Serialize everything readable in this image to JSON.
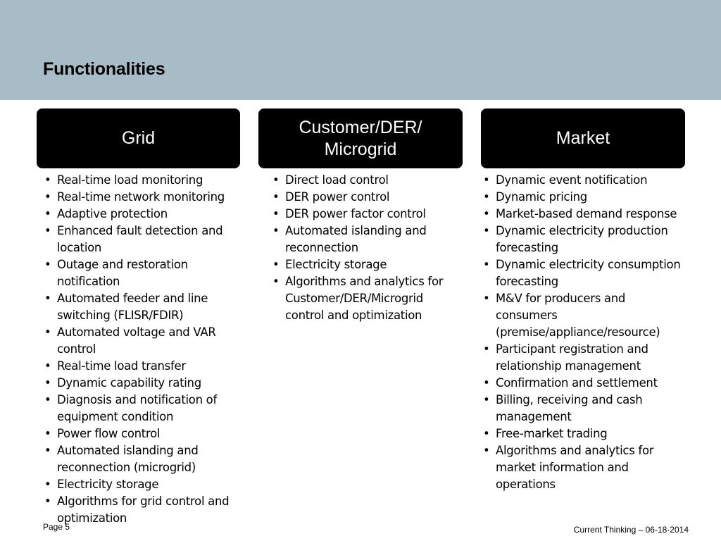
{
  "slide": {
    "title": "Functionalities"
  },
  "columns": [
    {
      "header_lines": [
        "Grid"
      ],
      "items": [
        "Real-time load monitoring",
        "Real-time network monitoring",
        "Adaptive protection",
        "Enhanced fault detection and location",
        "Outage and restoration notification",
        "Automated feeder and line switching (FLISR/FDIR)",
        "Automated voltage and VAR control",
        "Real-time load transfer",
        "Dynamic capability rating",
        "Diagnosis and notification of equipment condition",
        "Power flow control",
        "Automated islanding and reconnection (microgrid)",
        "Electricity storage",
        "Algorithms for grid control and optimization"
      ]
    },
    {
      "header_lines": [
        "Customer/DER/",
        "Microgrid"
      ],
      "items": [
        "Direct load control",
        "DER power control",
        "DER power factor control",
        "Automated islanding and reconnection",
        "Electricity storage",
        "Algorithms and analytics for Customer/DER/Microgrid control and optimization"
      ]
    },
    {
      "header_lines": [
        "Market"
      ],
      "items": [
        "Dynamic event notification",
        "Dynamic pricing",
        "Market-based demand response",
        "Dynamic electricity production forecasting",
        "Dynamic electricity consumption forecasting",
        "M&V for producers and consumers (premise/appliance/resource)",
        "Participant registration and relationship management",
        "Confirmation and settlement",
        "Billing, receiving and cash management",
        "Free-market trading",
        "Algorithms and analytics for market information and operations"
      ]
    }
  ],
  "footer": {
    "page_label": "Page 5",
    "right_text": "Current Thinking – 06-18-2014"
  },
  "colors": {
    "header_band": "#a8bcc8",
    "column_header_bg": "#000000",
    "column_header_text": "#ffffff"
  }
}
